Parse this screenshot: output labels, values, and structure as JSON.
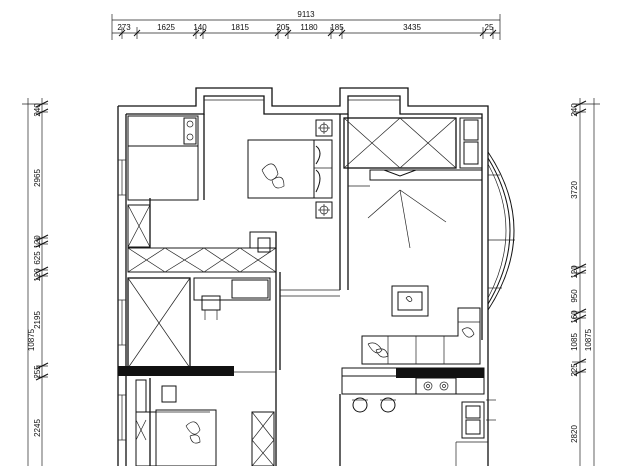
{
  "top_dims": {
    "total": "9113",
    "segments": [
      "273",
      "1625",
      "140",
      "1815",
      "205",
      "1180",
      "185",
      "3435",
      "25"
    ]
  },
  "left_dims": {
    "total": "10875",
    "segments": [
      "240",
      "2965",
      "120",
      "625",
      "120",
      "2195",
      "255",
      "2245"
    ]
  },
  "right_dims": {
    "total": "10875",
    "segments": [
      "240",
      "3720",
      "120",
      "950",
      "160",
      "1085",
      "225",
      "2820"
    ]
  }
}
